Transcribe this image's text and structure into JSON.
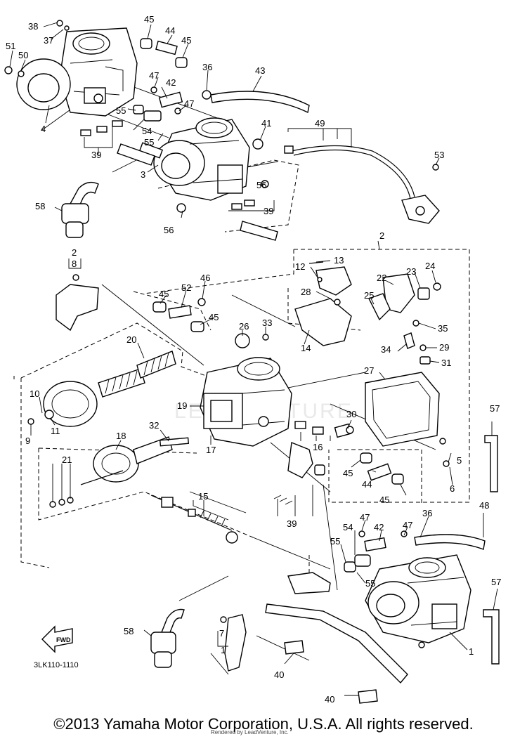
{
  "diagram_code": "3LK110-1110",
  "front_arrow": "FWD",
  "watermark": "LEADVENTURE",
  "copyright": "©2013 Yamaha Motor Corporation, U.S.A. All rights reserved.",
  "credit": "Rendered by LeadVenture, Inc.",
  "callouts": {
    "c38": "38",
    "c37": "37",
    "c51": "51",
    "c50": "50",
    "c4": "4",
    "c45a": "45",
    "c44a": "44",
    "c45b": "45",
    "c36a": "36",
    "c43": "43",
    "c47a": "47",
    "c42a": "42",
    "c47b": "47",
    "c55a": "55",
    "c54a": "54",
    "c55b": "55",
    "c39a": "39",
    "c41": "41",
    "c49": "49",
    "c53": "53",
    "c56a": "56",
    "c3": "3",
    "c39b": "39",
    "c56b": "56",
    "c58a": "58",
    "c2a": "2",
    "c8": "8",
    "c2b": "2",
    "c13": "13",
    "c12": "12",
    "c28": "28",
    "c22": "22",
    "c23": "23",
    "c24": "24",
    "c25": "25",
    "c45c": "45",
    "c52": "52",
    "c46": "46",
    "c45d": "45",
    "c26": "26",
    "c33": "33",
    "c14": "14",
    "c35": "35",
    "c34": "34",
    "c29": "29",
    "c31": "31",
    "c20": "20",
    "c27": "27",
    "c10": "10",
    "c9": "9",
    "c11": "11",
    "c19": "19",
    "c30": "30",
    "c57a": "57",
    "c32": "32",
    "c18": "18",
    "c16": "16",
    "c17": "17",
    "c5": "5",
    "c6": "6",
    "c21": "21",
    "c45e": "45",
    "c44b": "44",
    "c45f": "45",
    "c48": "48",
    "c15": "15",
    "c39c": "39",
    "c47c": "47",
    "c36b": "36",
    "c54b": "54",
    "c42b": "42",
    "c47d": "47",
    "c55c": "55",
    "c55d": "55",
    "c57b": "57",
    "c1": "1",
    "c58b": "58",
    "c7": "7",
    "c7b": "1",
    "c40a": "40",
    "c40b": "40"
  }
}
